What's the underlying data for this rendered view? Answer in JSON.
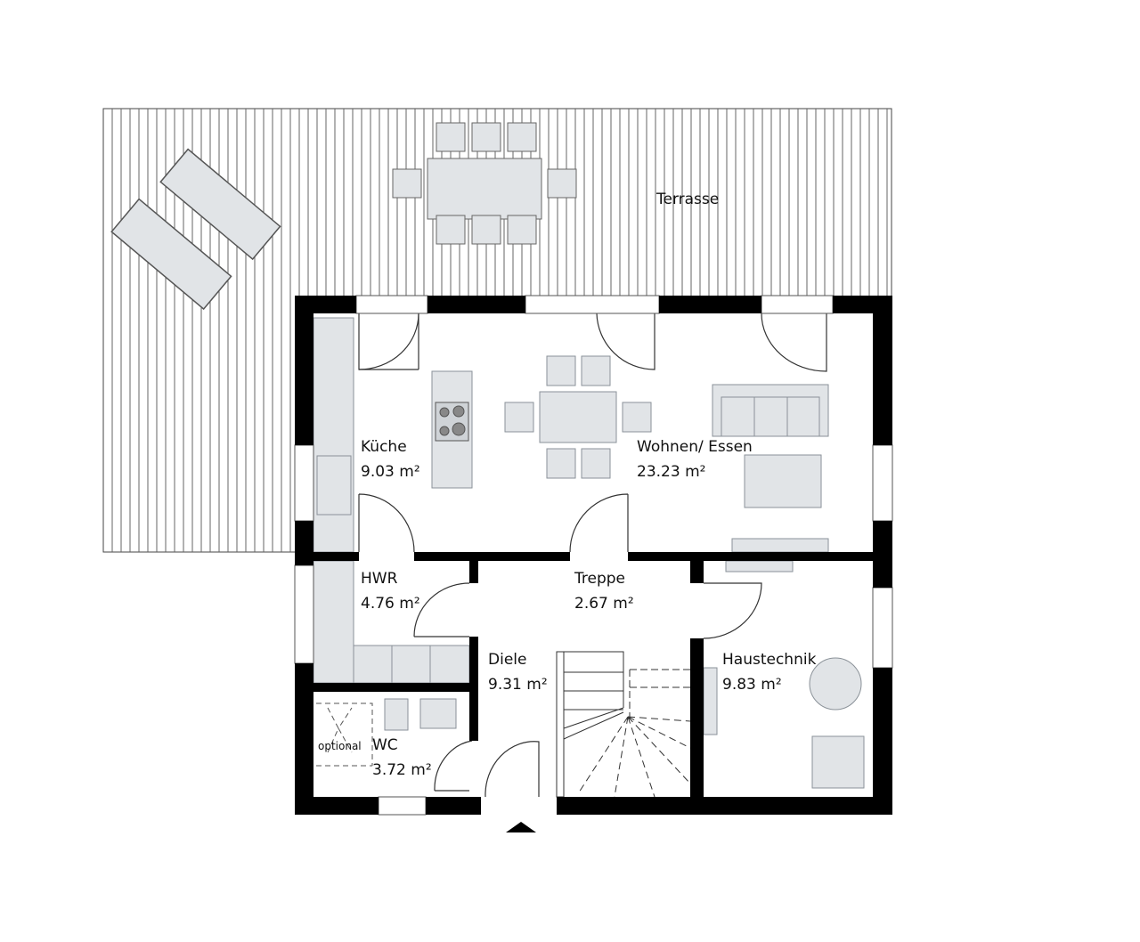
{
  "plan": {
    "colors": {
      "wall": "#000000",
      "furniture_fill": "#e1e4e7",
      "furniture_stroke": "#8a9198",
      "deck_line": "#555555"
    },
    "entrance_marker": "triangle-up",
    "rooms": [
      {
        "name": "Terrasse",
        "area": ""
      },
      {
        "name": "Küche",
        "area": "9.03 m²"
      },
      {
        "name": "Wohnen/ Essen",
        "area": "23.23 m²"
      },
      {
        "name": "HWR",
        "area": "4.76 m²"
      },
      {
        "name": "Treppe",
        "area": "2.67 m²"
      },
      {
        "name": "Diele",
        "area": "9.31 m²"
      },
      {
        "name": "Haustechnik",
        "area": "9.83 m²"
      },
      {
        "name": "WC",
        "area": "3.72 m²"
      }
    ],
    "optional_label": "optional"
  }
}
